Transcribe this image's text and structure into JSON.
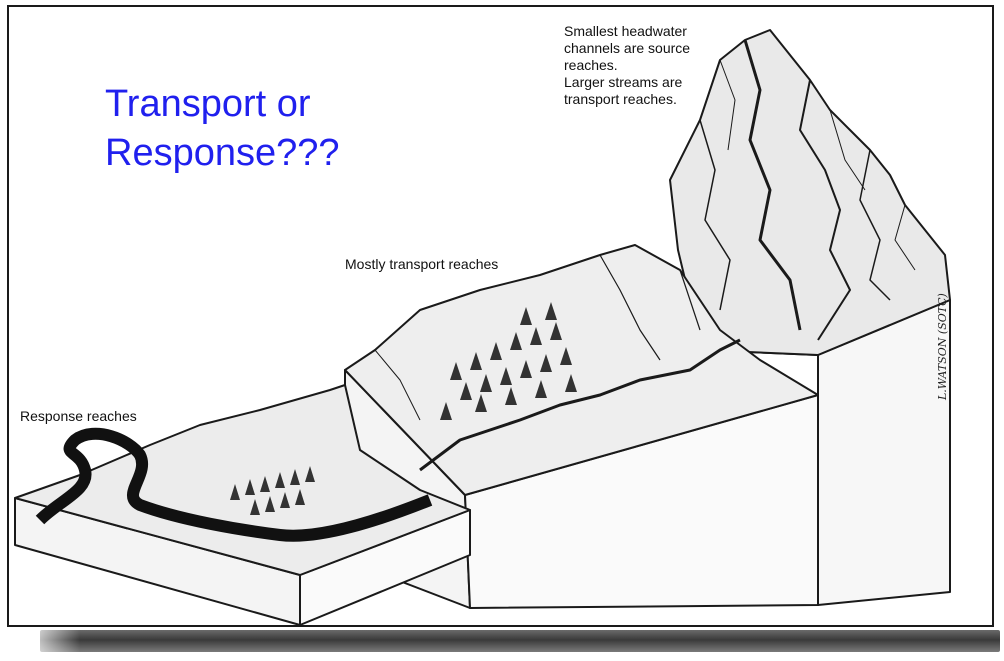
{
  "slide": {
    "title_lines": [
      "Transport or",
      "Response???"
    ],
    "title_color": "#2020ee",
    "labels": {
      "headwater_lines": [
        "Smallest headwater",
        "channels are source",
        "reaches.",
        "Larger streams are",
        "transport reaches."
      ],
      "transport": "Mostly transport reaches",
      "response": "Response reaches"
    },
    "signature": "L.WATSON (SOTC)"
  }
}
